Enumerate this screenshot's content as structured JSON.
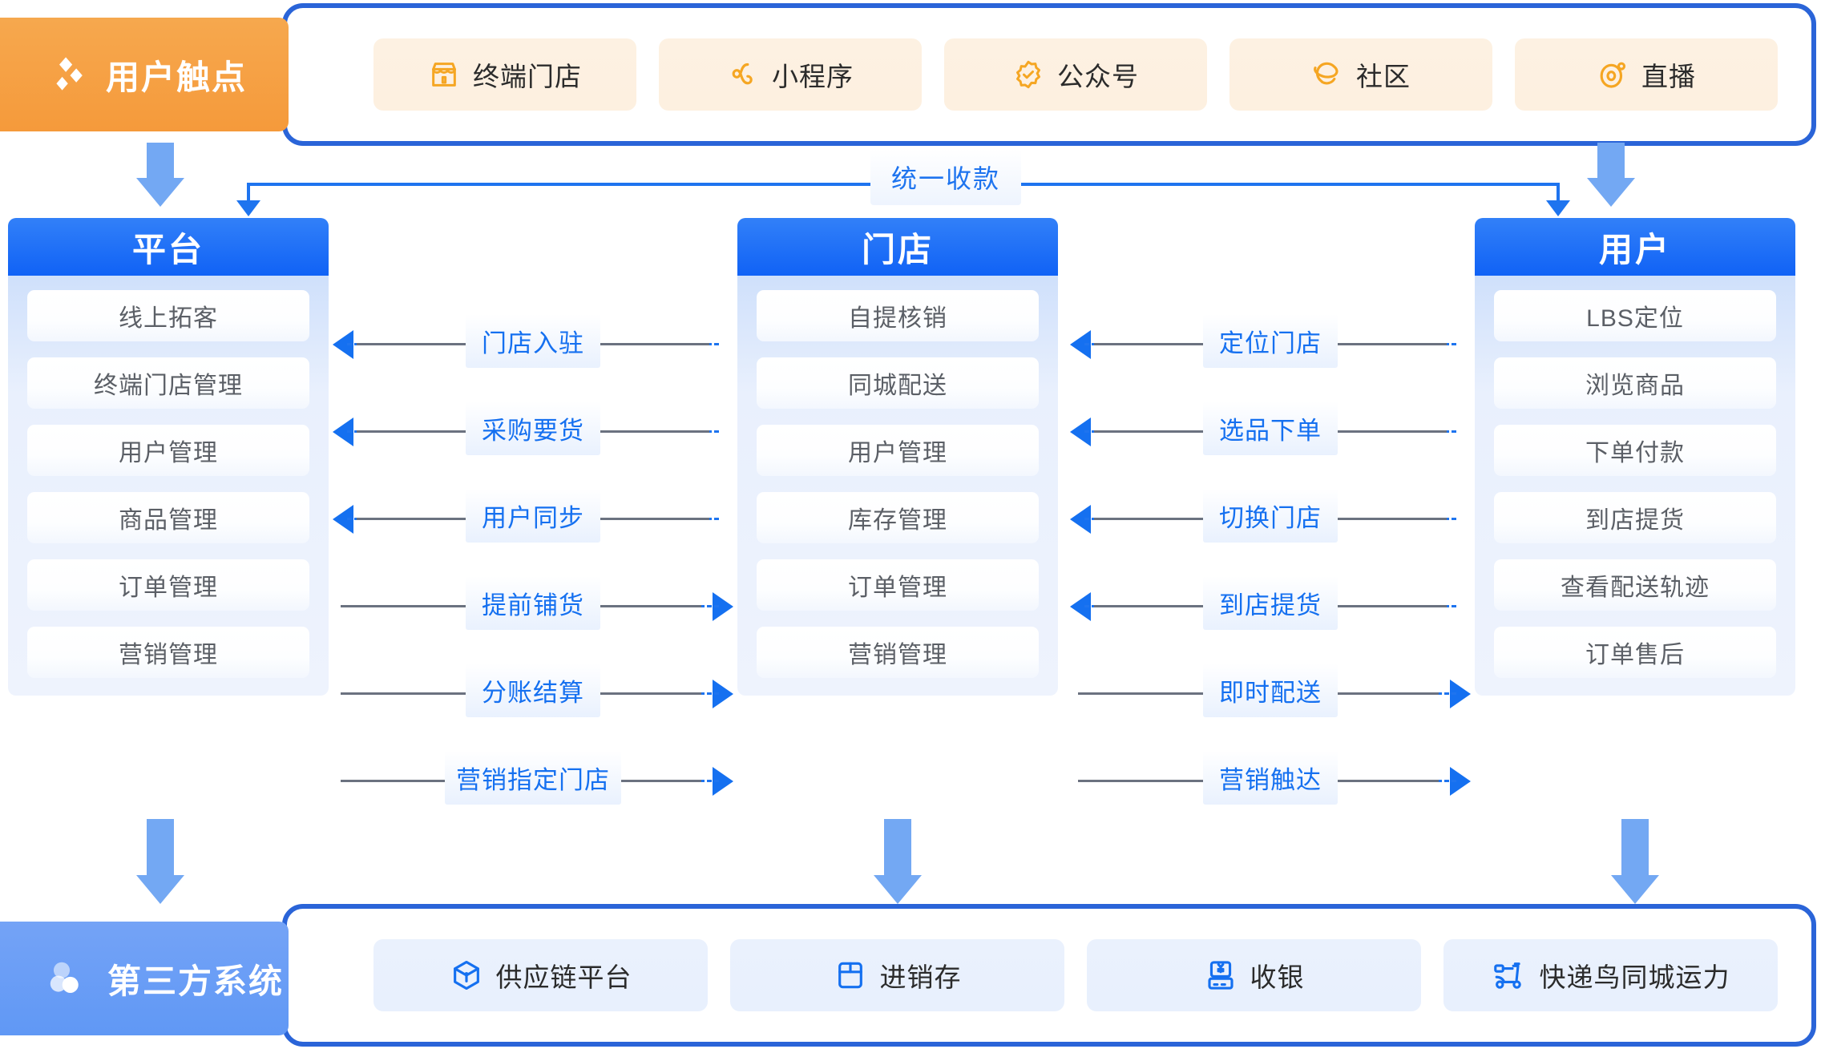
{
  "touchpoints": {
    "header": {
      "label": "用户触点",
      "icon": "diamond-cluster-icon",
      "color": "#f59a3b"
    },
    "items": [
      {
        "label": "终端门店",
        "icon": "storefront-icon"
      },
      {
        "label": "小程序",
        "icon": "mini-program-icon"
      },
      {
        "label": "公众号",
        "icon": "badge-check-icon"
      },
      {
        "label": "社区",
        "icon": "planet-orbit-icon"
      },
      {
        "label": "直播",
        "icon": "live-camera-icon"
      }
    ]
  },
  "unified_payment": {
    "label": "统一收款",
    "color": "#1e74ef"
  },
  "columns": [
    {
      "title": "平台",
      "items": [
        "线上拓客",
        "终端门店管理",
        "用户管理",
        "商品管理",
        "订单管理",
        "营销管理"
      ]
    },
    {
      "title": "门店",
      "items": [
        "自提核销",
        "同城配送",
        "用户管理",
        "库存管理",
        "订单管理",
        "营销管理"
      ]
    },
    {
      "title": "用户",
      "items": [
        "LBS定位",
        "浏览商品",
        "下单付款",
        "到店提货",
        "查看配送轨迹",
        "订单售后"
      ]
    }
  ],
  "connectors_left": [
    {
      "label": "门店入驻",
      "direction": "left"
    },
    {
      "label": "采购要货",
      "direction": "left"
    },
    {
      "label": "用户同步",
      "direction": "left"
    },
    {
      "label": "提前铺货",
      "direction": "right"
    },
    {
      "label": "分账结算",
      "direction": "right"
    },
    {
      "label": "营销指定门店",
      "direction": "right"
    }
  ],
  "connectors_right": [
    {
      "label": "定位门店",
      "direction": "left"
    },
    {
      "label": "选品下单",
      "direction": "left"
    },
    {
      "label": "切换门店",
      "direction": "left"
    },
    {
      "label": "到店提货",
      "direction": "left"
    },
    {
      "label": "即时配送",
      "direction": "right"
    },
    {
      "label": "营销触达",
      "direction": "right"
    }
  ],
  "third_party": {
    "header": {
      "label": "第三方系统",
      "icon": "circles-overlap-icon",
      "color": "#6098f5"
    },
    "items": [
      {
        "label": "供应链平台",
        "icon": "cube-icon"
      },
      {
        "label": "进销存",
        "icon": "box-icon"
      },
      {
        "label": "收银",
        "icon": "pos-terminal-icon"
      },
      {
        "label": "快递鸟同城运力",
        "icon": "delivery-scooter-icon"
      }
    ]
  }
}
